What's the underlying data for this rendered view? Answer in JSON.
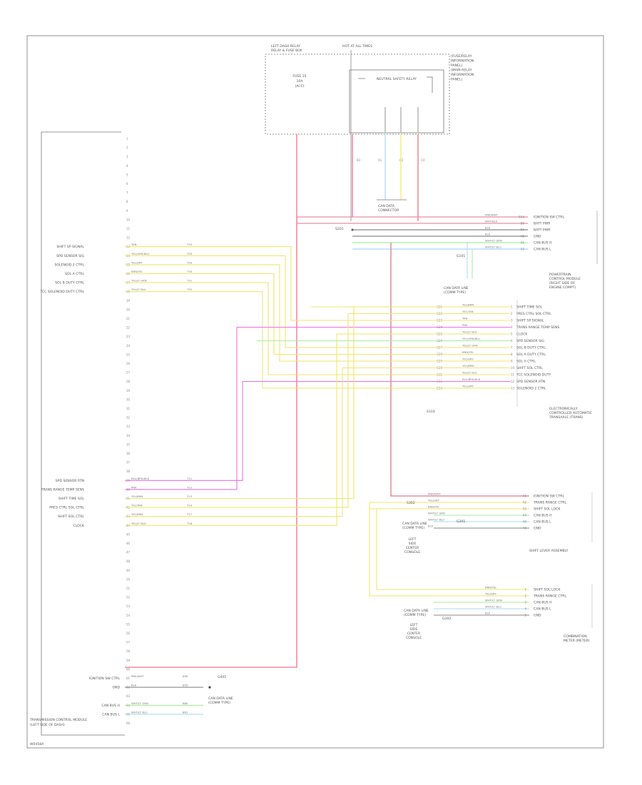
{
  "tcm": {
    "label_line1": "TRANSMISSION CONTROL MODULE",
    "label_line2": "(LEFT SIDE OF DASH)",
    "pins": [
      "1",
      "2",
      "3",
      "4",
      "5",
      "6",
      "7",
      "8",
      "9",
      "10",
      "11",
      "12",
      "13",
      "14",
      "15",
      "16",
      "17",
      "18",
      "19",
      "20",
      "21",
      "22",
      "23",
      "24",
      "25",
      "26",
      "27",
      "28",
      "29",
      "30",
      "31",
      "32",
      "33",
      "34",
      "35",
      "36",
      "37",
      "38",
      "39",
      "40",
      "41",
      "42",
      "43",
      "44",
      "45",
      "46",
      "47",
      "48",
      "49",
      "50",
      "51",
      "52",
      "53",
      "54",
      "55",
      "56",
      "57",
      "58",
      "59",
      "60",
      "61",
      "62",
      "63",
      "64",
      "65",
      "66"
    ],
    "upper_signals": [
      {
        "pin": "13",
        "name": "SHIFT SP SIGNAL",
        "wire": "TAN",
        "term": "T15"
      },
      {
        "pin": "14",
        "name": "SPD SENSOR SIG",
        "wire": "YEL/ORN-BLU",
        "term": "T20"
      },
      {
        "pin": "15",
        "name": "SOLENOID 2 CTRL",
        "wire": "YEL/GRY",
        "term": "T29"
      },
      {
        "pin": "16",
        "name": "SOL A CTRL",
        "wire": "BRN/YEL",
        "term": "T30"
      },
      {
        "pin": "17",
        "name": "SOL B DUTY CTRL",
        "wire": "YEL/LT GRN",
        "term": "T31"
      },
      {
        "pin": "18",
        "name": "TCC SOLENOID DUTY CTRL",
        "wire": "YEL/LT BLU",
        "term": "T32"
      }
    ],
    "lower_signals": [
      {
        "pin": "39",
        "name": "SPD SENSOR RTN",
        "wire": "BLU/BRN-BLK",
        "term": "T11"
      },
      {
        "pin": "40",
        "name": "TRANS RANGE TEMP SENS",
        "wire": "PNK",
        "term": "T12"
      },
      {
        "pin": "41",
        "name": "SHIFT TIME SOL",
        "wire": "YEL/BRN",
        "term": "T13"
      },
      {
        "pin": "42",
        "name": "PRES CTRL SOL CTRL",
        "wire": "YEL/TAN",
        "term": "T14"
      },
      {
        "pin": "43",
        "name": "SHIFT SOL CTRL",
        "wire": "YEL/BRN",
        "term": "T17"
      },
      {
        "pin": "44",
        "name": "CLOCK",
        "wire": "YEL/LT BLU",
        "term": "T18"
      }
    ],
    "bottom_signals": [
      {
        "pin": "61",
        "name": "IGNITION SW CTRL",
        "wire": "PNK/WHT",
        "term": "B58"
      },
      {
        "pin": "62",
        "name": "GND",
        "wire": "BLK",
        "term": "B59"
      },
      {
        "pin": "64",
        "name": "CAN BUS H",
        "wire": "WHT/LT GRN",
        "term": "B60"
      },
      {
        "pin": "65",
        "name": "CAN BUS L",
        "wire": "WHT/LT BLU",
        "term": "B61"
      }
    ],
    "ground_label": "G401",
    "can_label_line1": "CAN DATA LINE",
    "can_label_line2": "(COMM TYPE)"
  },
  "relay_box": {
    "title_line1": "LEFT DASH RELAY",
    "title_line2": "RELAY & FUSE BOX",
    "fuse_label": "FUSE 15",
    "fuse_amp": "10A",
    "fuse_tag": "(ACC)",
    "top_label": "HOT AT ALL TIMES",
    "relay_label": "NEUTRAL SAFETY RELAY",
    "side_note_lines": [
      "(FUSE/RELAY",
      "INFORMATION",
      "PANEL)",
      "(MAIN RELAY",
      "INFORMATION",
      "PANEL)"
    ],
    "term_labels": [
      "B3",
      "A1",
      "C2",
      "C4"
    ],
    "can_label": "CAN DATA\nCONNECTOR"
  },
  "ecm": {
    "label_lines": [
      "POWERTRAIN",
      "CONTROL MODULE",
      "(RIGHT SIDE OF",
      "ENGINE COMPT)"
    ],
    "rows": [
      {
        "wire": "PNK/WHT",
        "term": "B14",
        "name": "IGNITION SW CTRL"
      },
      {
        "wire": "WHT/BLK",
        "term": "B6",
        "name": "BATT PWR"
      },
      {
        "wire": "BLK",
        "term": "B9",
        "name": "BATT PWR"
      },
      {
        "wire": "BLK",
        "term": "A5",
        "name": "GND"
      },
      {
        "wire": "WHT/LT GRN",
        "term": "A1",
        "name": "CAN BUS H"
      },
      {
        "wire": "WHT/LT BLU",
        "term": "A2",
        "name": "CAN BUS L"
      }
    ],
    "ground_label": "G101",
    "can_label_line1": "CAN DATA LINE",
    "can_label_line2": "(COMM TYPE)",
    "splice_label": "S201"
  },
  "trans_harness": {
    "label_lines": [
      "ELECTRONICALLY",
      "CONTROLLED AUTOMATIC",
      "TRANSAXLE (TRANS)"
    ],
    "rows": [
      {
        "term": "C21",
        "wire": "YEL/BRN",
        "pin": "1",
        "name": "SHIFT TIME SOL"
      },
      {
        "term": "C22",
        "wire": "YEL/TAN",
        "pin": "2",
        "name": "PRES CTRL SOL CTRL"
      },
      {
        "term": "C23",
        "wire": "TAN",
        "pin": "3",
        "name": "SHIFT SP SIGNAL"
      },
      {
        "term": "C24",
        "wire": "PNK",
        "pin": "4",
        "name": "TRANS RANGE TEMP SENS"
      },
      {
        "term": "C25",
        "wire": "YEL/LT BLU",
        "pin": "5",
        "name": "CLOCK"
      },
      {
        "term": "C26",
        "wire": "YEL/ORN-BLU",
        "pin": "6",
        "name": "SPD SENSOR SIG"
      },
      {
        "term": "C27",
        "wire": "YEL/LT GRN",
        "pin": "7",
        "name": "SOL B DUTY CTRL"
      },
      {
        "term": "C28",
        "wire": "BRN/YEL",
        "pin": "8",
        "name": "SOL A DUTY CTRL"
      },
      {
        "term": "C29",
        "wire": "YEL/GRY",
        "pin": "9",
        "name": "SOL A CTRL"
      },
      {
        "term": "C30",
        "wire": "YEL/BRN",
        "pin": "10",
        "name": "SHIFT SOL CTRL"
      },
      {
        "term": "C31",
        "wire": "YEL/LT BLU",
        "pin": "11",
        "name": "TCC SOLENOID DUTY"
      },
      {
        "term": "C32",
        "wire": "BLU/BRN-BLK",
        "pin": "12",
        "name": "SPD SENSOR RTN"
      },
      {
        "term": "C33",
        "wire": "YEL/GRY",
        "pin": "13",
        "name": "SOLENOID 2 CTRL"
      }
    ],
    "splice_label": "S103"
  },
  "shift_lever": {
    "label": "SHIFT LEVER ASSEMBLY",
    "rows": [
      {
        "wire": "PNK/WHT",
        "term": "A1",
        "name": "IGNITION SW CTRL"
      },
      {
        "wire": "YEL/GRY",
        "term": "A2",
        "name": "TRANS RANGE CTRL"
      },
      {
        "wire": "BRN/YEL",
        "term": "A3",
        "name": "SHIFT SOL LOCK"
      },
      {
        "wire": "WHT/LT GRN",
        "term": "A4",
        "name": "CAN BUS H"
      },
      {
        "wire": "WHT/LT BLU",
        "term": "A5",
        "name": "CAN BUS L"
      },
      {
        "wire": "BLK",
        "term": "A6",
        "name": "GND"
      }
    ],
    "ground_label": "G301",
    "can_label_line1": "CAN DATA LINE",
    "can_label_line2": "(COMM TYPE)",
    "splice_label": "S302",
    "note_lines": [
      "LEFT",
      "SIDE",
      "CENTER",
      "CONSOLE"
    ]
  },
  "combination": {
    "label_line1": "COMBINATION",
    "label_line2": "METER (METER)",
    "rows": [
      {
        "wire": "BRN/YEL",
        "term": "1",
        "name": "SHIFT SOL LOCK"
      },
      {
        "wire": "YEL/GRY",
        "term": "2",
        "name": "TRANS RANGE CTRL"
      },
      {
        "wire": "WHT/LT GRN",
        "term": "3",
        "name": "CAN BUS H"
      },
      {
        "wire": "WHT/LT BLU",
        "term": "4",
        "name": "CAN BUS L"
      },
      {
        "wire": "BLK",
        "term": "5",
        "name": "GND"
      }
    ],
    "ground_label": "G302",
    "can_label_line1": "CAN DATA LINE",
    "can_label_line2": "(COMM TYPE)",
    "note_lines": [
      "LEFT",
      "SIDE",
      "CENTER",
      "CONSOLE"
    ]
  },
  "footer": {
    "code": "W0458A"
  },
  "colors": {
    "pink": "#f08aa0",
    "yellow": "#f2e56a",
    "magenta": "#ee6fe0",
    "lightblue": "#a9d8f2",
    "green": "#a6ec9c",
    "gray": "#888888",
    "black": "#333333"
  }
}
